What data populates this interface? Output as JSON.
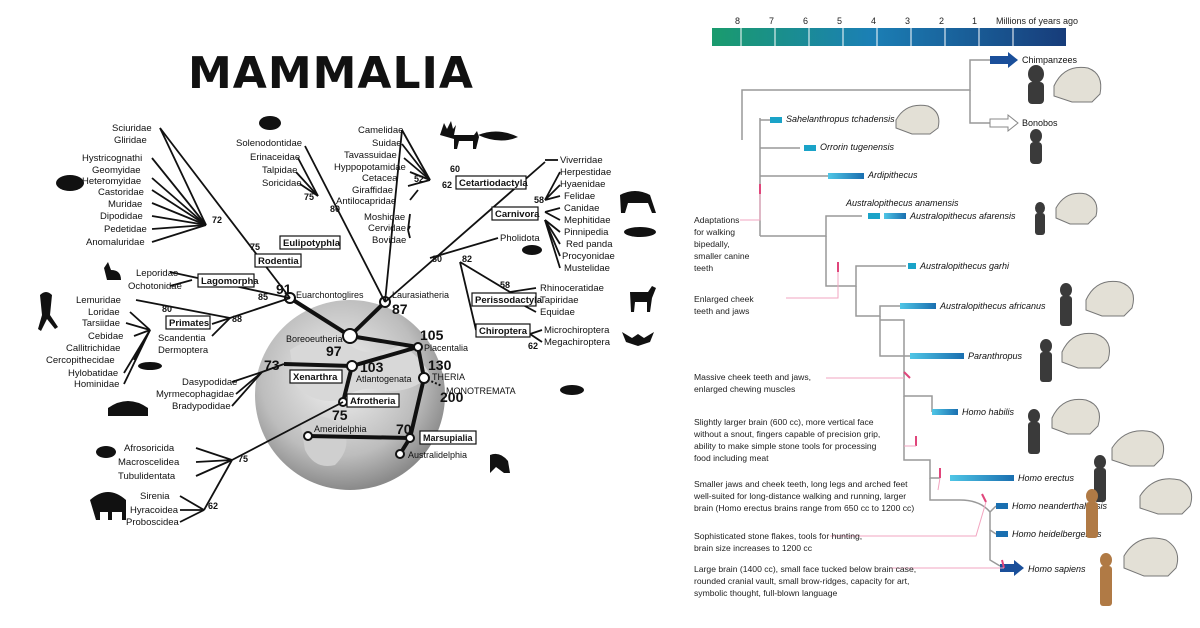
{
  "left": {
    "title": "MAMMALIA",
    "rodentia": {
      "families": [
        "Sciuridae",
        "Gliridae",
        "Hystricognathi",
        "Geomyidae",
        "Heteromyidae",
        "Castoridae",
        "Muridae",
        "Dipodidae",
        "Pedetidae",
        "Anomaluridae"
      ],
      "num": "72",
      "num2": "75",
      "label": "Rodentia"
    },
    "eulipotyphla": {
      "families": [
        "Solenodontidae",
        "Erinaceidae",
        "Talpidae",
        "Soricidae"
      ],
      "num": "75",
      "num2": "80",
      "label": "Eulipotyphla"
    },
    "cetartiodactyla": {
      "families": [
        "Camelidae",
        "Suidae",
        "Tavassuidae",
        "Hyppopotamidae",
        "Cetacea",
        "Giraffidae",
        "Antilocapridae",
        "Moshidae",
        "Cervidae",
        "Bovidae"
      ],
      "num1": "60",
      "num2": "52",
      "num3": "62",
      "label": "Cetartiodactyla"
    },
    "carnivora": {
      "families": [
        "Viverridae",
        "Herpestidae",
        "Hyaenidae",
        "Felidae",
        "Canidae",
        "Mephitidae",
        "Pinnipedia",
        "Red panda",
        "Procyonidae",
        "Mustelidae"
      ],
      "num": "58",
      "label": "Carnivora"
    },
    "pholidota": "Pholidota",
    "perissodactyla": {
      "families": [
        "Rhinoceratidae",
        "Tapiridae",
        "Equidae"
      ],
      "num": "58",
      "label": "Perissodactyla"
    },
    "chiroptera": {
      "families": [
        "Microchiroptera",
        "Megachiroptera"
      ],
      "num": "62",
      "label": "Chiroptera"
    },
    "laurasia_nums": [
      "80",
      "82"
    ],
    "lagomorpha": {
      "families": [
        "Leporidae",
        "Ochotonidae"
      ],
      "label": "Lagomorpha"
    },
    "primates": {
      "families": [
        "Lemuridae",
        "Loridae",
        "Tarsiidae",
        "Cebidae",
        "Callitrichidae",
        "Cercopithecidae",
        "Hylobatidae",
        "Hominidae"
      ],
      "num": "80",
      "label": "Primates"
    },
    "others": [
      "Scandentia",
      "Dermoptera"
    ],
    "others_num": "88",
    "xenarthra": {
      "families": [
        "Dasypodidae",
        "Myrmecophagidae",
        "Bradypodidae"
      ],
      "label": "Xenarthra"
    },
    "afrotheria": {
      "families": [
        "Afrosoricida",
        "Macroscelidea",
        "Tubulidentata",
        "Sirenia",
        "Hyracoidea",
        "Proboscidea"
      ],
      "num1": "75",
      "num2": "62",
      "label": "Afrotheria"
    },
    "nodes": {
      "euarch": "Euarchontoglires",
      "euarch_num": "91",
      "euarch_num2": "85",
      "laura": "Laurasiatheria",
      "laura_num": "87",
      "boreo": "Boreoeutheria",
      "boreo_num": "97",
      "placentalia": "Placentalia",
      "placentalia_num": "105",
      "atlanto": "Atlantogenata",
      "atlanto_num": "103",
      "theria": "THERIA",
      "theria_num": "130",
      "monotremata": "MONOTREMATA",
      "mono_num": "200",
      "xen_num": "73",
      "afro_num": "75",
      "ameridelphia": "Ameridelphia",
      "marsupialia": "Marsupialia",
      "marsupialia_num": "70",
      "australidelphia": "Australidelphia"
    }
  },
  "right": {
    "timeline": {
      "ticks": [
        "8",
        "7",
        "6",
        "5",
        "4",
        "3",
        "2",
        "1"
      ],
      "label": "Millions of years ago",
      "colors": [
        "#1a9b6d",
        "#1b7fb5",
        "#173c7a"
      ]
    },
    "species": [
      "Chimpanzees",
      "Bonobos",
      "Sahelanthropus tchadensis",
      "Orrorin tugenensis",
      "Ardipithecus",
      "Australopithecus anamensis",
      "Australopithecus afarensis",
      "Australopithecus garhi",
      "Australopithecus africanus",
      "Paranthropus",
      "Homo habilis",
      "Homo erectus",
      "Homo neanderthalensis",
      "Homo heidelbergensis",
      "Homo sapiens"
    ],
    "annotations": [
      [
        "Adaptations",
        "for walking",
        "bipedally,",
        "smaller canine",
        "teeth"
      ],
      [
        "Enlarged cheek",
        "teeth and jaws"
      ],
      [
        "Massive cheek teeth and jaws,",
        "enlarged chewing muscles"
      ],
      [
        "Slightly larger brain (600 cc), more vertical face",
        "without a snout, fingers capable of precision grip,",
        "ability to make simple stone tools for processing",
        "food including meat"
      ],
      [
        "Smaller jaws and cheek teeth, long legs and arched feet",
        "well-suited for long-distance walking and running, larger",
        "brain (Homo erectus brains range from 650 cc to 1200 cc)"
      ],
      [
        "Sophisticated stone flakes, tools for hunting,",
        "brain size increases to 1200 cc"
      ],
      [
        "Large brain (1400 cc), small face tucked below brain case,",
        "rounded cranial vault, small brow-ridges, capacity for art,",
        "symbolic thought, full-blown language"
      ]
    ],
    "colors": {
      "bar": "#1aa3c8",
      "line": "#999999",
      "marker": "#e0457b"
    }
  }
}
